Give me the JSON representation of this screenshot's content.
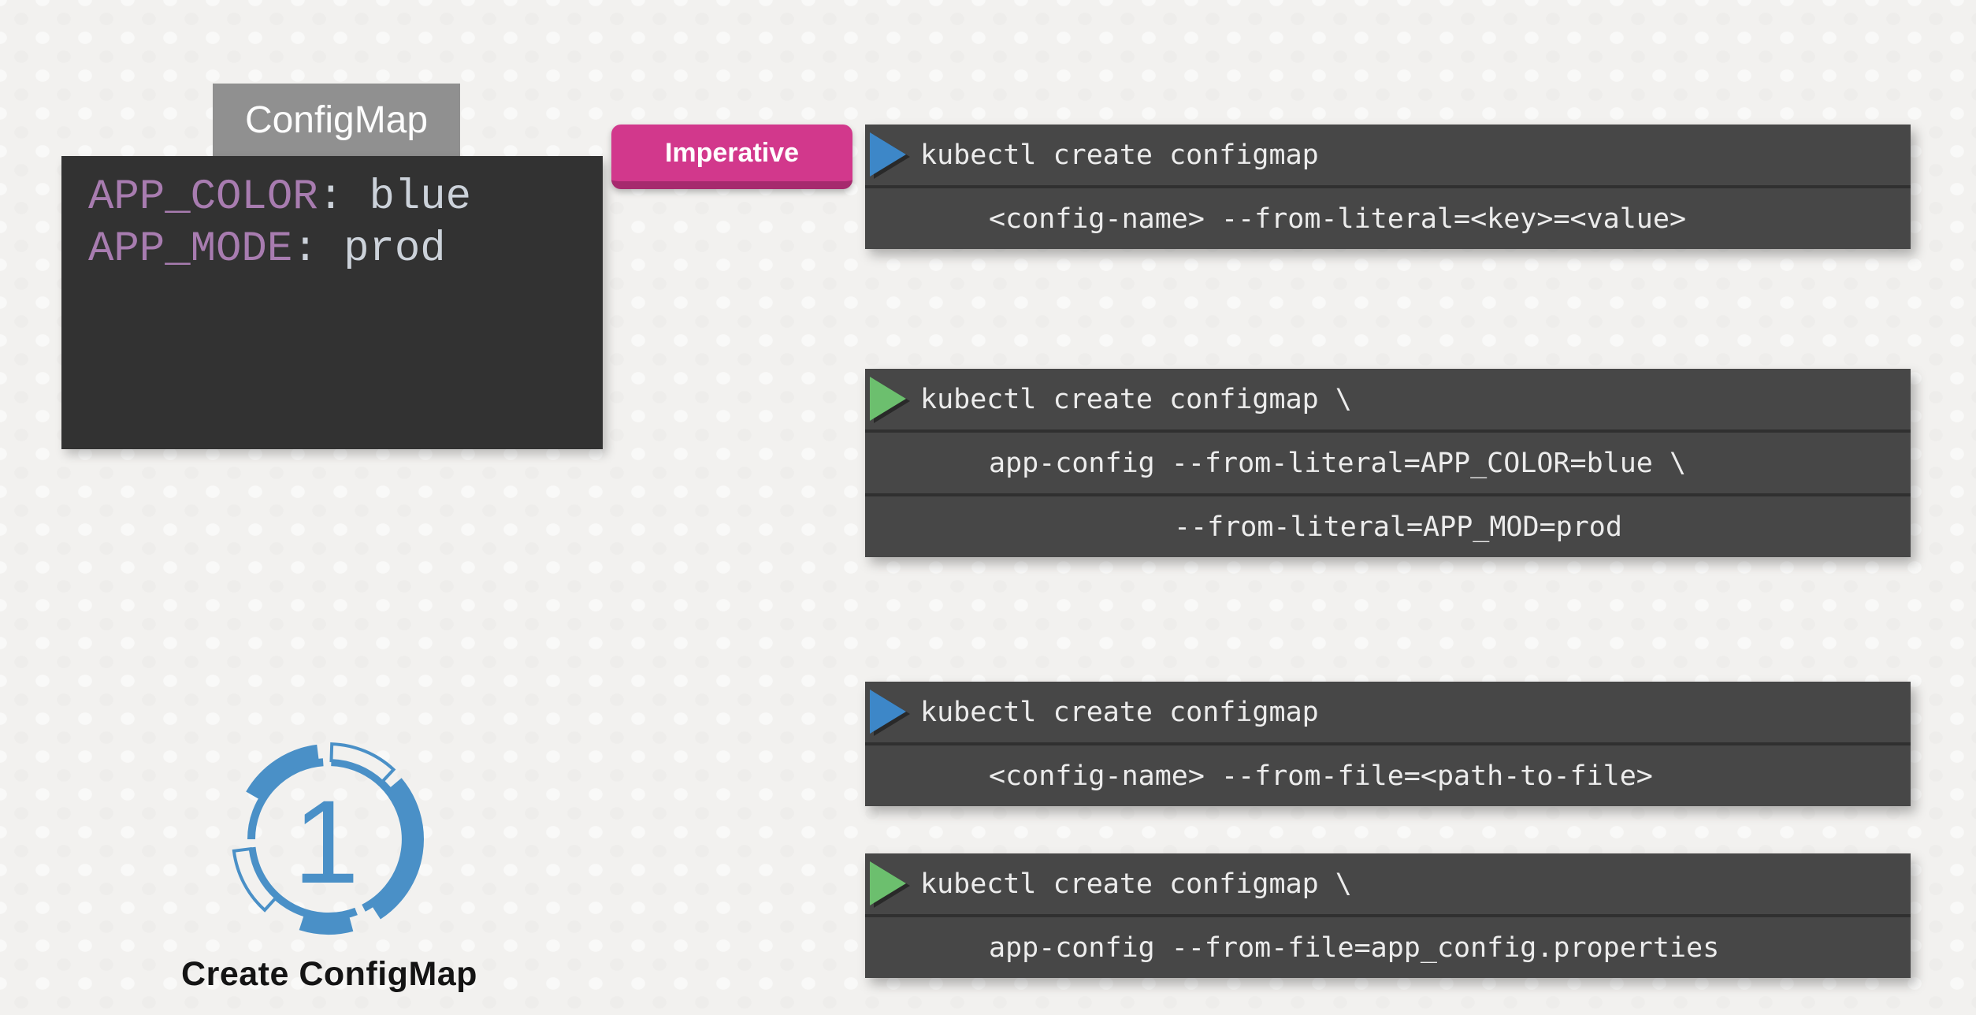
{
  "slide": {
    "configmap_label": "ConfigMap",
    "configmap_data": {
      "entries": [
        {
          "key": "APP_COLOR",
          "separator": ": ",
          "value": "blue"
        },
        {
          "key": "APP_MODE",
          "separator": ": ",
          "value": "prod"
        }
      ]
    },
    "imperative_badge": "Imperative",
    "command_boxes": [
      {
        "name": "create-configmap-from-literal-syntax",
        "prompt_icon": "blue-play-triangle",
        "lines": [
          "kubectl create configmap",
          "<config-name> --from-literal=<key>=<value>"
        ]
      },
      {
        "name": "create-configmap-from-literal-example",
        "prompt_icon": "green-play-triangle",
        "lines": [
          "kubectl create configmap \\",
          "app-config --from-literal=APP_COLOR=blue \\",
          "--from-literal=APP_MOD=prod"
        ]
      },
      {
        "name": "create-configmap-from-file-syntax",
        "prompt_icon": "blue-play-triangle",
        "lines": [
          "kubectl create configmap",
          "<config-name> --from-file=<path-to-file>"
        ]
      },
      {
        "name": "create-configmap-from-file-example",
        "prompt_icon": "green-play-triangle",
        "lines": [
          "kubectl create configmap \\",
          "app-config --from-file=app_config.properties"
        ]
      }
    ],
    "step": {
      "number": "1",
      "label": "Create ConfigMap"
    },
    "colors": {
      "background": "#f2f1ef",
      "label_bg": "#909090",
      "code_bg": "#323232",
      "code_key": "#a87cb0",
      "code_value": "#ccd2da",
      "badge_pink": "#d2388c",
      "badge_pink_dark": "#a62a6e",
      "cmd_bg": "#474747",
      "cmd_text": "#ececec",
      "play_blue": "#3d87c8",
      "play_green": "#6cbf6e",
      "ring_blue": "#4a90c7"
    }
  }
}
